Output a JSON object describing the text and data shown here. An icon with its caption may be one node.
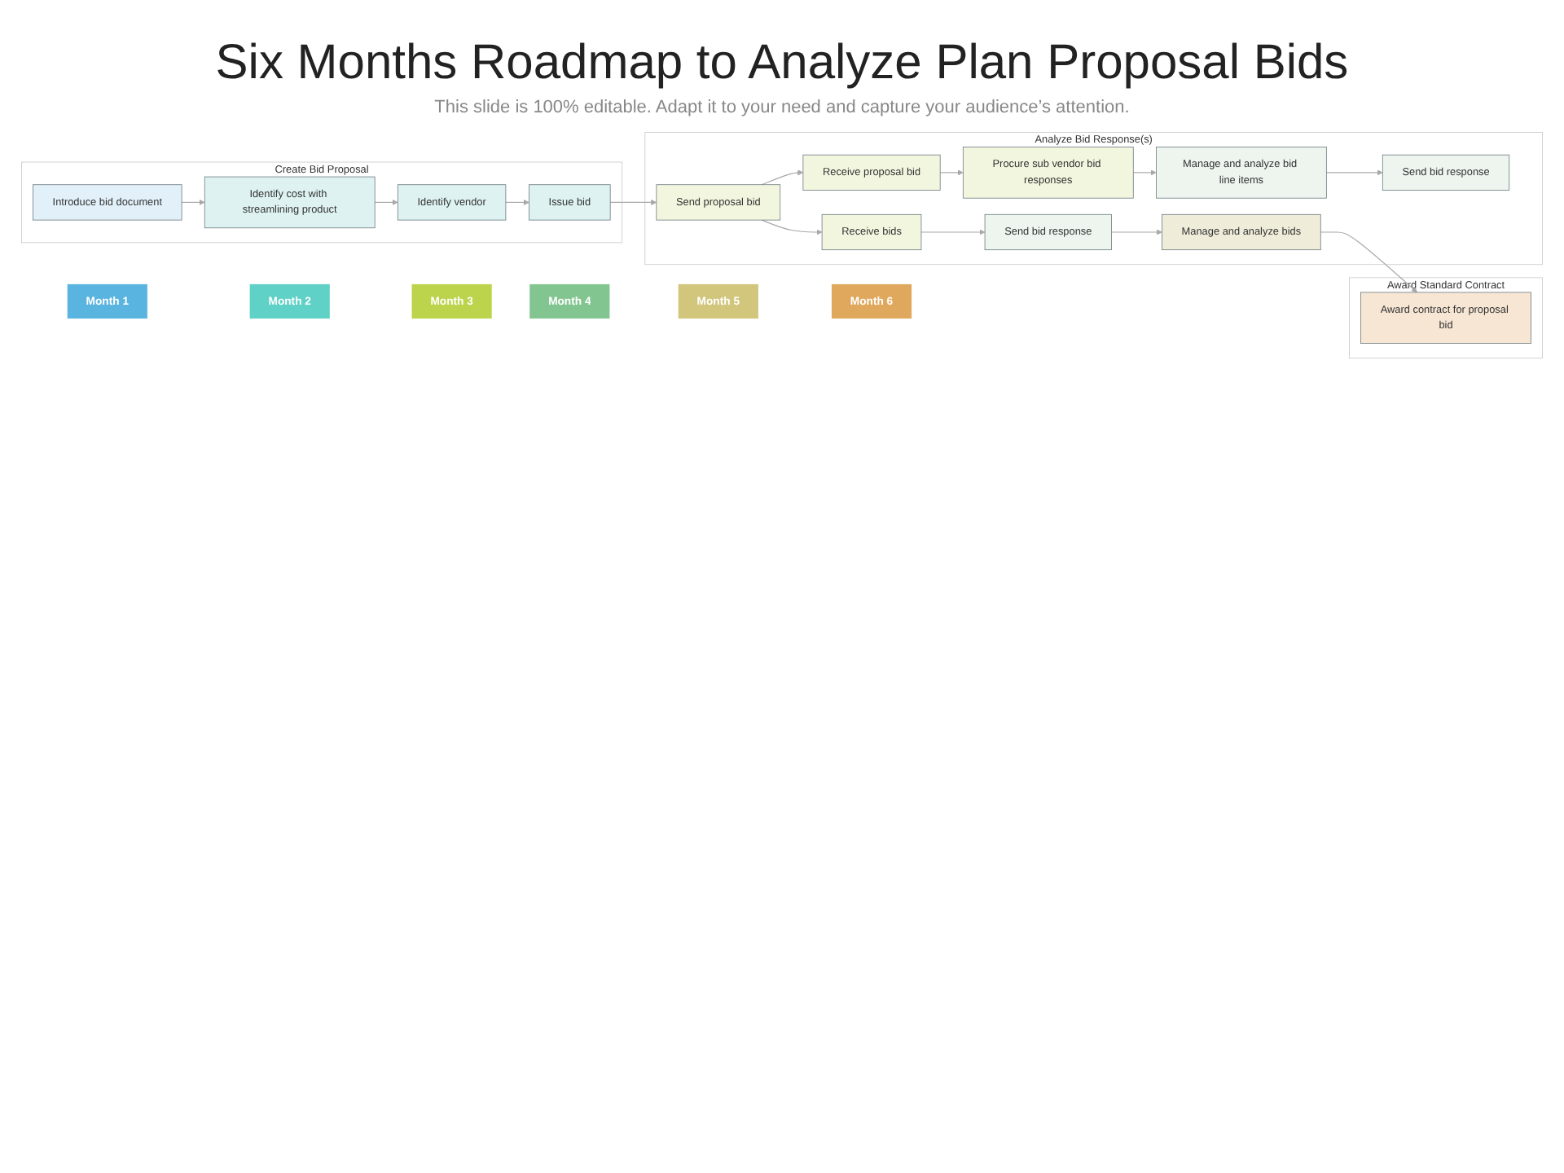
{
  "diagram": {
    "title": "Six Months Roadmap to Analyze Plan Proposal Bids",
    "caption": "This slide is 100% editable. Adapt it to your need and capture your audience’s attention.",
    "nodes": [
      {
        "text": [
          "Month 1"
        ]
      },
      {
        "text": [
          "Month 2"
        ]
      },
      {
        "text": [
          "Month 3"
        ]
      },
      {
        "text": [
          "Month 4"
        ]
      },
      {
        "text": [
          "Month 5"
        ]
      },
      {
        "text": [
          "Month 6"
        ]
      },
      {
        "text": [
          "Create Bid Proposal"
        ]
      },
      {
        "text": [
          "Introduce bid document"
        ],
        "in": 6
      },
      {
        "text": [
          "Issue bid"
        ],
        "in": 6
      },
      {
        "text": [
          "Identify vendor"
        ],
        "in": 6
      },
      {
        "text": [
          "Identify cost with streamlining product"
        ],
        "in": 6
      },
      {
        "text": [
          "Analyze Bid Response(s)"
        ]
      },
      {
        "text": [
          "Send proposal bid"
        ],
        "in": 11
      },
      {
        "text": [
          "Receive proposal bid"
        ],
        "in": 11
      },
      {
        "text": [
          "Send bid response"
        ],
        "in": 11
      },
      {
        "text": [
          "Manage and analyze bids"
        ],
        "in": 11
      },
      {
        "text": [
          "Procure sub vendor bid responses"
        ],
        "in": 11
      },
      {
        "text": [
          "Manage and analyze bid line items"
        ],
        "in": 11
      },
      {
        "text": [
          "Receive bids"
        ],
        "in": 11
      },
      {
        "text": [
          "Send bid response"
        ],
        "in": 11
      },
      {
        "text": [
          "Award Standard Contract"
        ]
      },
      {
        "text": [
          "Award contract for proposal bid"
        ],
        "in": 20
      }
    ],
    "edges": [
      {
        "from": 7,
        "to": 10,
        "arrow": "to"
      },
      {
        "from": 10,
        "to": 9,
        "arrow": "to"
      },
      {
        "from": 9,
        "to": 8,
        "arrow": "to"
      },
      {
        "from": 8,
        "to": 12,
        "arrow": "to"
      },
      {
        "from": 12,
        "to": 13,
        "arrow": "to"
      },
      {
        "from": 12,
        "to": 18,
        "arrow": "to"
      },
      {
        "from": 13,
        "to": 16,
        "arrow": "to"
      },
      {
        "from": 16,
        "to": 17,
        "arrow": "to"
      },
      {
        "from": 17,
        "to": 14,
        "arrow": "to"
      },
      {
        "from": 18,
        "to": 19,
        "arrow": "to"
      },
      {
        "from": 19,
        "to": 15,
        "arrow": "to"
      },
      {
        "from": 15,
        "to": 21,
        "arrow": "to"
      }
    ]
  }
}
